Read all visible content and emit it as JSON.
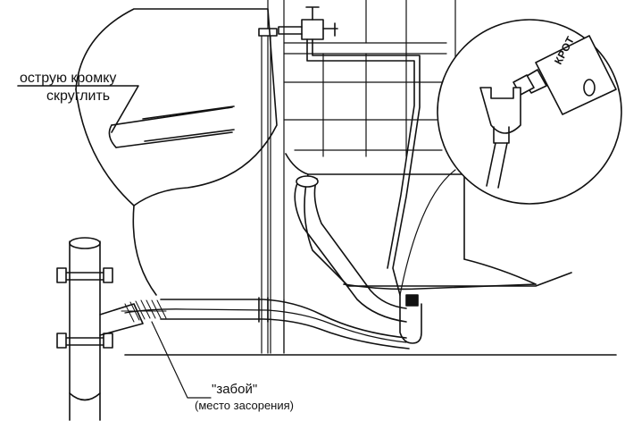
{
  "labels": {
    "edge_line1": "острую кромку",
    "edge_line2": "скруглить",
    "blockage": "\"забой\"",
    "blockage_place": "(место засорения)"
  },
  "bottle": {
    "brand": "КРОТ"
  },
  "colors": {
    "ink": "#111111",
    "paper": "#ffffff"
  }
}
